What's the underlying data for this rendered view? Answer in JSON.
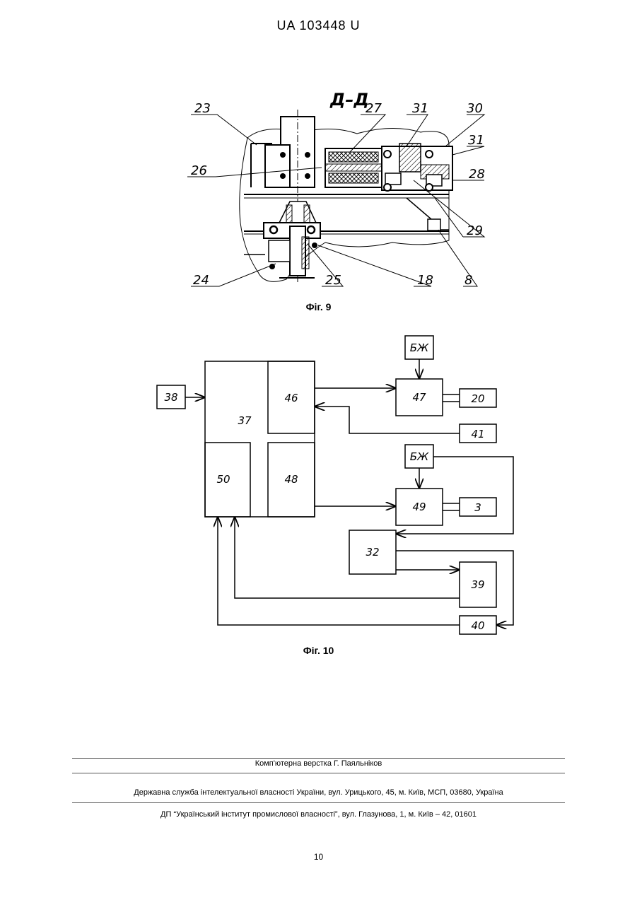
{
  "header": {
    "doc_number": "UA   103448   U"
  },
  "figure9": {
    "section_label": "Д–Д",
    "caption": "Фіг. 9",
    "callouts": [
      "23",
      "27",
      "31",
      "30",
      "31",
      "26",
      "28",
      "29",
      "24",
      "25",
      "18",
      "8"
    ]
  },
  "figure10": {
    "caption": "Фіг. 10",
    "blocks": {
      "b37": "37",
      "b46": "46",
      "b50": "50",
      "b48": "48",
      "b38": "38",
      "b47": "47",
      "b20": "20",
      "b41": "41",
      "b49": "49",
      "b3": "3",
      "b32": "32",
      "b39": "39",
      "b40": "40",
      "bzh1": "БЖ",
      "bzh2": "БЖ"
    }
  },
  "footer": {
    "layout_credit": "Комп'ютерна верстка Г. Паяльніков",
    "agency": "Державна служба інтелектуальної власності України, вул. Урицького, 45, м. Київ, МСП, 03680, Україна",
    "institute": "ДП “Український інститут промислової власності”, вул. Глазунова, 1, м. Київ – 42, 01601",
    "page_number": "10"
  }
}
